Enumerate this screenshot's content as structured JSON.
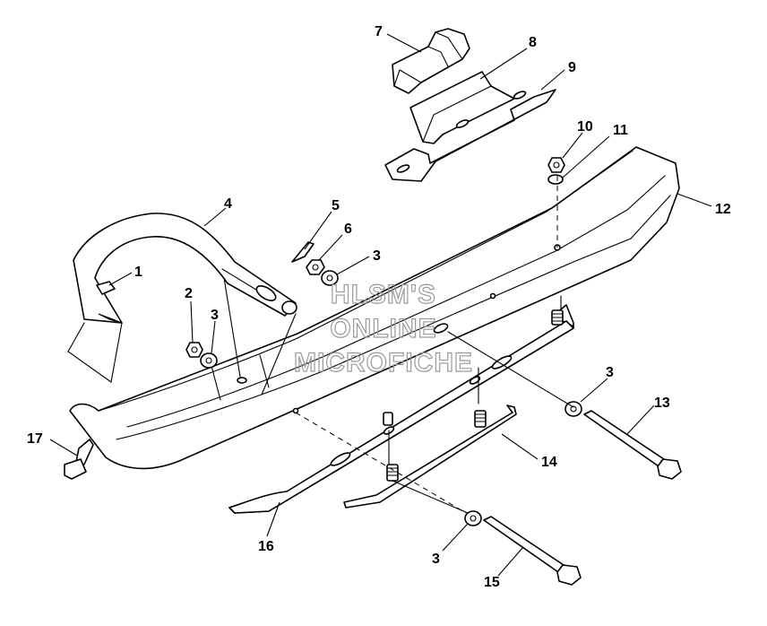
{
  "watermark": {
    "line1": "HLSM'S",
    "line2": "ONLINE",
    "line3": "MICROFICHE"
  },
  "callouts": [
    {
      "id": "c1",
      "text": "1"
    },
    {
      "id": "c2",
      "text": "2"
    },
    {
      "id": "c3a",
      "text": "3"
    },
    {
      "id": "c3b",
      "text": "3"
    },
    {
      "id": "c3c",
      "text": "3"
    },
    {
      "id": "c3d",
      "text": "3"
    },
    {
      "id": "c4",
      "text": "4"
    },
    {
      "id": "c5",
      "text": "5"
    },
    {
      "id": "c6",
      "text": "6"
    },
    {
      "id": "c7",
      "text": "7"
    },
    {
      "id": "c8",
      "text": "8"
    },
    {
      "id": "c9",
      "text": "9"
    },
    {
      "id": "c10",
      "text": "10"
    },
    {
      "id": "c11",
      "text": "11"
    },
    {
      "id": "c12",
      "text": "12"
    },
    {
      "id": "c13",
      "text": "13"
    },
    {
      "id": "c14",
      "text": "14"
    },
    {
      "id": "c15",
      "text": "15"
    },
    {
      "id": "c16",
      "text": "16"
    },
    {
      "id": "c17",
      "text": "17"
    }
  ]
}
